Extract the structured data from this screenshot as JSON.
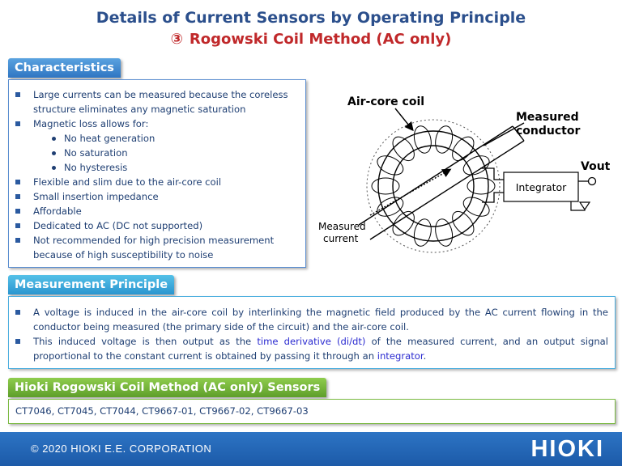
{
  "title": {
    "line1": "Details of Current Sensors by Operating Principle",
    "number": "③",
    "line2": "Rogowski Coil Method (AC only)"
  },
  "characteristics": {
    "heading": "Characteristics",
    "items": [
      "Large currents can be measured because the coreless structure eliminates any magnetic saturation",
      "Magnetic loss allows for:",
      "Flexible and slim due to the air-core coil",
      "Small insertion impedance",
      "Affordable",
      "Dedicated to AC (DC not supported)",
      "Not recommended for high precision measurement because of high susceptibility to noise"
    ],
    "subitems": [
      "No heat generation",
      "No saturation",
      "No hysteresis"
    ]
  },
  "diagram": {
    "air_core_coil": "Air-core coil",
    "measured_conductor_1": "Measured",
    "measured_conductor_2": "conductor",
    "integrator": "Integrator",
    "vout": "Vout",
    "measured_current_1": "Measured",
    "measured_current_2": "current"
  },
  "principle": {
    "heading": "Measurement Principle",
    "p1": "A voltage is induced in the air-core coil by interlinking the magnetic field produced by the AC current flowing in the conductor being measured (the primary side of the circuit) and the air-core coil.",
    "p2_before": "This induced voltage is then output as the ",
    "p2_hl1": "time derivative (di/dt)",
    "p2_mid": " of the measured current, and an output signal proportional to the constant current is obtained by passing it through an ",
    "p2_hl2": "integrator",
    "p2_after": "."
  },
  "sensors": {
    "heading": "Hioki Rogowski Coil Method (AC only) Sensors",
    "models": "CT7046, CT7045, CT7044, CT9667-01, CT9667-02, CT9667-03"
  },
  "footer": {
    "copyright": "© 2020  HIOKI E.E. CORPORATION",
    "logo": "HIOKI"
  },
  "colors": {
    "title_blue": "#2b4f8c",
    "title_red": "#c0282a",
    "footer_blue": "#1c5aa8",
    "highlight": "#2a2ad0"
  }
}
